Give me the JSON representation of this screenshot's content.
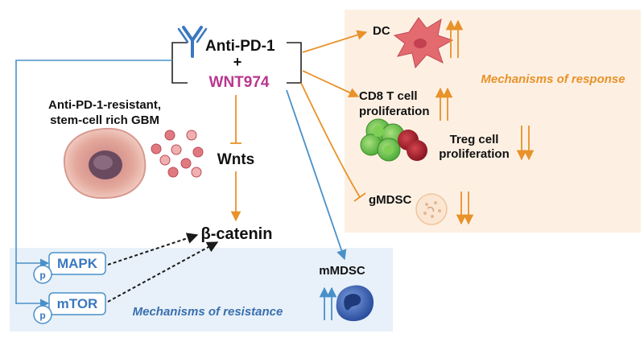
{
  "drug": {
    "antibody": "Anti-PD-1",
    "plus": "+",
    "compound": "WNT974"
  },
  "tumor": {
    "line1": "Anti-PD-1-resistant,",
    "line2": "stem-cell rich GBM"
  },
  "pathway": {
    "wnts": "Wnts",
    "beta_catenin": "β-catenin"
  },
  "response": {
    "title": "Mechanisms of response",
    "dc": "DC",
    "cd8_line1": "CD8 T cell",
    "cd8_line2": "proliferation",
    "treg_line1": "Treg cell",
    "treg_line2": "proliferation",
    "gmdsc": "gMDSC"
  },
  "resistance": {
    "title": "Mechanisms of resistance",
    "mapk": "MAPK",
    "mtor": "mTOR",
    "phospho": "p",
    "mmdsc": "mMDSC"
  },
  "colors": {
    "orange": "#e8922a",
    "blue": "#4a90c8",
    "magenta": "#b8378f",
    "response_bg": "#fdf0e3",
    "resistance_bg": "#e8f1f9"
  }
}
